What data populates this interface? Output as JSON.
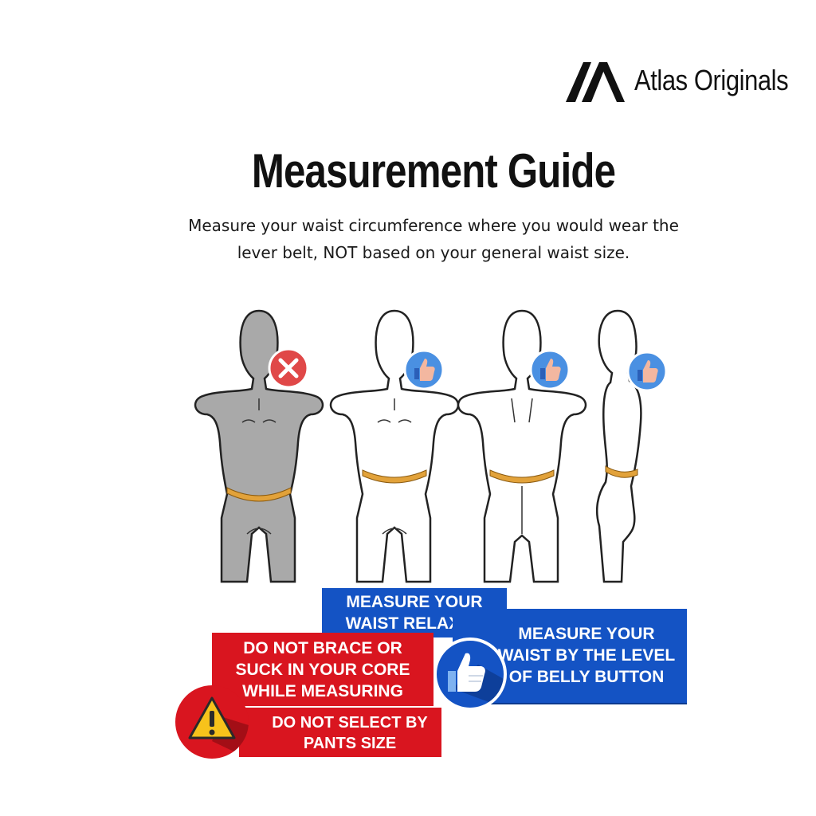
{
  "brand": {
    "name": "Atlas Originals",
    "logo_icon": "atlas-logo-icon"
  },
  "title": "Measurement Guide",
  "subtitle_line1": "Measure your waist circumference where you would wear the",
  "subtitle_line2": "lever belt, NOT based on your general waist size.",
  "figures": [
    {
      "view": "front",
      "status": "incorrect",
      "icon": "x-icon"
    },
    {
      "view": "front",
      "status": "correct",
      "icon": "thumbs-up-icon"
    },
    {
      "view": "back",
      "status": "correct",
      "icon": "thumbs-up-icon"
    },
    {
      "view": "side",
      "status": "correct",
      "icon": "thumbs-up-icon"
    }
  ],
  "banners": {
    "relaxed_line1": "MEASURE YOUR",
    "relaxed_line2": "WAIST RELAXED",
    "belly_line1": "MEASURE YOUR",
    "belly_line2": "WAIST BY THE LEVEL",
    "belly_line3": "OF BELLY BUTTON",
    "brace_line1": "DO NOT BRACE OR",
    "brace_line2": "SUCK IN YOUR CORE",
    "brace_line3": "WHILE MEASURING",
    "pants_line1": "DO NOT SELECT BY",
    "pants_line2": "PANTS SIZE"
  },
  "colors": {
    "blue": "#1453c4",
    "red": "#d9151f",
    "belt": "#e2a23a",
    "mannequin_gray": "#a6a6a6"
  }
}
